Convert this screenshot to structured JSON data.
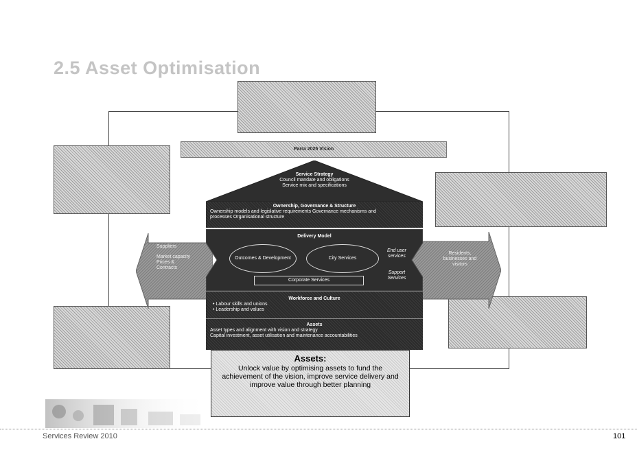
{
  "slide": {
    "title": "2.5 Asset Optimisation",
    "vision": "Parra 2025 Vision",
    "service_strategy": {
      "heading": "Service Strategy",
      "line1": "Council mandate and obligations",
      "line2": "Service mix and specifications"
    },
    "ownership": {
      "heading": "Ownership, Governance & Structure",
      "line1": "Ownership models and legislative requirements Governance mechanisms and",
      "line2": "processes Organisational structure"
    },
    "delivery": {
      "heading": "Delivery Model",
      "outcomes": "Outcomes & Development",
      "city": "City Services",
      "corporate": "Corporate Services",
      "end_user": "End user services",
      "support": "Support Services"
    },
    "workforce": {
      "heading": "Workforce and Culture",
      "item1": "• Labour skills and unions",
      "item2": "• Leadership and values"
    },
    "assets": {
      "heading": "Assets",
      "line1": "Asset types and alignment with vision and strategy",
      "line2": "Capital investment, asset utilisation and maintenance accountabilities"
    },
    "left_arrow": {
      "line1": "Suppliers",
      "line2": "Market capacity",
      "line3": "Prices &",
      "line4": "Contracts"
    },
    "right_arrow": {
      "line1": "Residents,",
      "line2": "businesses and",
      "line3": "visitors"
    },
    "callout": {
      "heading": "Assets:",
      "body": "Unlock value by optimising assets to fund the achievement of the vision, improve service delivery and improve value through better planning"
    }
  },
  "footer": {
    "label": "Services Review 2010",
    "page": "101"
  }
}
